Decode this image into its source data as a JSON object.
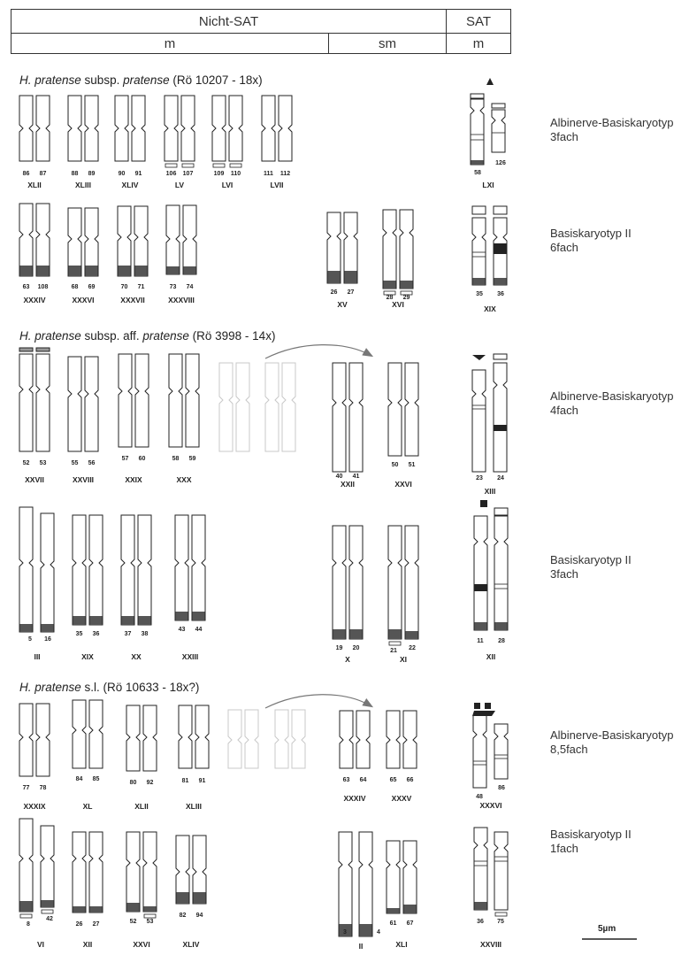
{
  "header": {
    "nicht_sat": "Nicht-SAT",
    "sat": "SAT",
    "m_left": "m",
    "sm": "sm",
    "m_right": "m"
  },
  "sections": [
    {
      "title_species": "H. pratense",
      "title_rest1": " subsp. ",
      "title_sub": "pratense",
      "title_rest2": " (Rö 10207 - 18x)",
      "rows": [
        {
          "side_label": [
            "Albinerve-Basiskaryotyp",
            "3fach"
          ],
          "groups": [
            {
              "numeral": "XLII",
              "nums": [
                "86",
                "87"
              ]
            },
            {
              "numeral": "XLIII",
              "nums": [
                "88",
                "89"
              ]
            },
            {
              "numeral": "XLIV",
              "nums": [
                "90",
                "91"
              ]
            },
            {
              "numeral": "LV",
              "nums": [
                "106",
                "107"
              ]
            },
            {
              "numeral": "LVI",
              "nums": [
                "109",
                "110"
              ]
            },
            {
              "numeral": "LVII",
              "nums": [
                "111",
                "112"
              ]
            },
            {
              "numeral": "LXI",
              "nums": [
                "58",
                "126"
              ]
            }
          ]
        },
        {
          "side_label": [
            "Basiskaryotyp II",
            "6fach"
          ],
          "groups": [
            {
              "numeral": "XXXIV",
              "nums": [
                "63",
                "108"
              ]
            },
            {
              "numeral": "XXXVI",
              "nums": [
                "68",
                "69"
              ]
            },
            {
              "numeral": "XXXVII",
              "nums": [
                "70",
                "71"
              ]
            },
            {
              "numeral": "XXXVIII",
              "nums": [
                "73",
                "74"
              ]
            },
            {
              "numeral": "XV",
              "nums": [
                "26",
                "27"
              ]
            },
            {
              "numeral": "XVI",
              "nums": [
                "28",
                "29"
              ]
            },
            {
              "numeral": "XIX",
              "nums": [
                "35",
                "36"
              ]
            }
          ]
        }
      ]
    },
    {
      "title_species": "H. pratense",
      "title_rest1": " subsp. aff. ",
      "title_sub": "pratense",
      "title_rest2": " (Rö 3998 - 14x)",
      "rows": [
        {
          "side_label": [
            "Albinerve-Basiskaryotyp",
            "4fach"
          ],
          "groups": [
            {
              "numeral": "XXVII",
              "nums": [
                "52",
                "53"
              ]
            },
            {
              "numeral": "XXVIII",
              "nums": [
                "55",
                "56"
              ]
            },
            {
              "numeral": "XXIX",
              "nums": [
                "57",
                "60"
              ]
            },
            {
              "numeral": "XXX",
              "nums": [
                "58",
                "59"
              ]
            },
            {
              "numeral": "XXII",
              "nums": [
                "40",
                "41"
              ]
            },
            {
              "numeral": "XXVI",
              "nums": [
                "50",
                "51"
              ]
            },
            {
              "numeral": "XIII",
              "nums": [
                "23",
                "24"
              ]
            }
          ]
        },
        {
          "side_label": [
            "Basiskaryotyp II",
            "3fach"
          ],
          "groups": [
            {
              "numeral": "III",
              "nums": [
                "5",
                "16"
              ]
            },
            {
              "numeral": "XIX",
              "nums": [
                "35",
                "36"
              ]
            },
            {
              "numeral": "XX",
              "nums": [
                "37",
                "38"
              ]
            },
            {
              "numeral": "XXIII",
              "nums": [
                "43",
                "44"
              ]
            },
            {
              "numeral": "X",
              "nums": [
                "19",
                "20"
              ]
            },
            {
              "numeral": "XI",
              "nums": [
                "21",
                "22"
              ]
            },
            {
              "numeral": "XII",
              "nums": [
                "11",
                "28"
              ]
            }
          ]
        }
      ]
    },
    {
      "title_species": "H. pratense",
      "title_rest1": " s.l. (Rö 10633 - 18x?)",
      "title_sub": "",
      "title_rest2": "",
      "rows": [
        {
          "side_label": [
            "Albinerve-Basiskaryotyp",
            "8,5fach"
          ],
          "groups": [
            {
              "numeral": "XXXIX",
              "nums": [
                "77",
                "78"
              ]
            },
            {
              "numeral": "XL",
              "nums": [
                "84",
                "85"
              ]
            },
            {
              "numeral": "XLII",
              "nums": [
                "80",
                "92"
              ]
            },
            {
              "numeral": "XLIII",
              "nums": [
                "81",
                "91"
              ]
            },
            {
              "numeral": "XXXIV",
              "nums": [
                "63",
                "64"
              ]
            },
            {
              "numeral": "XXXV",
              "nums": [
                "65",
                "66"
              ]
            },
            {
              "numeral": "XXXVI",
              "nums": [
                "48",
                "86"
              ]
            }
          ]
        },
        {
          "side_label": [
            "Basiskaryotyp II",
            "1fach"
          ],
          "groups": [
            {
              "numeral": "VI",
              "nums": [
                "8",
                "42"
              ]
            },
            {
              "numeral": "XII",
              "nums": [
                "26",
                "27"
              ]
            },
            {
              "numeral": "XXVI",
              "nums": [
                "52",
                "53"
              ]
            },
            {
              "numeral": "XLIV",
              "nums": [
                "82",
                "94"
              ]
            },
            {
              "numeral": "II",
              "nums": [
                "3",
                "4"
              ]
            },
            {
              "numeral": "XLI",
              "nums": [
                "61",
                "67"
              ]
            },
            {
              "numeral": "XXVIII",
              "nums": [
                "36",
                "75"
              ]
            }
          ]
        }
      ]
    }
  ],
  "scale_bar_label": "5µm",
  "colors": {
    "ink": "#222222",
    "band_dark": "#555555",
    "band_grey": "#9a9a9a",
    "ghost": "#c8c8c8"
  }
}
